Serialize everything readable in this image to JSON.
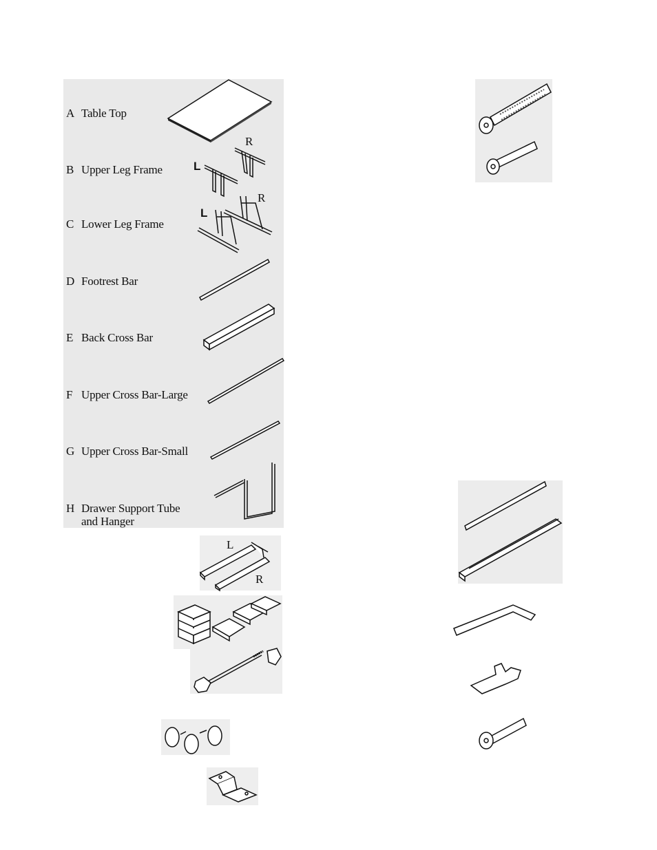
{
  "parts": [
    {
      "letter": "A",
      "name": "Table Top"
    },
    {
      "letter": "B",
      "name": "Upper Leg Frame"
    },
    {
      "letter": "C",
      "name": "Lower Leg Frame"
    },
    {
      "letter": "D",
      "name": "Footrest Bar"
    },
    {
      "letter": "E",
      "name": "Back Cross Bar"
    },
    {
      "letter": "F",
      "name": "Upper Cross Bar-Large"
    },
    {
      "letter": "G",
      "name": "Upper Cross Bar-Small"
    },
    {
      "letter": "H",
      "name": "Drawer Support Tube",
      "name_line2": "and Hanger"
    }
  ],
  "side_labels": {
    "left": "L",
    "right": "R"
  }
}
